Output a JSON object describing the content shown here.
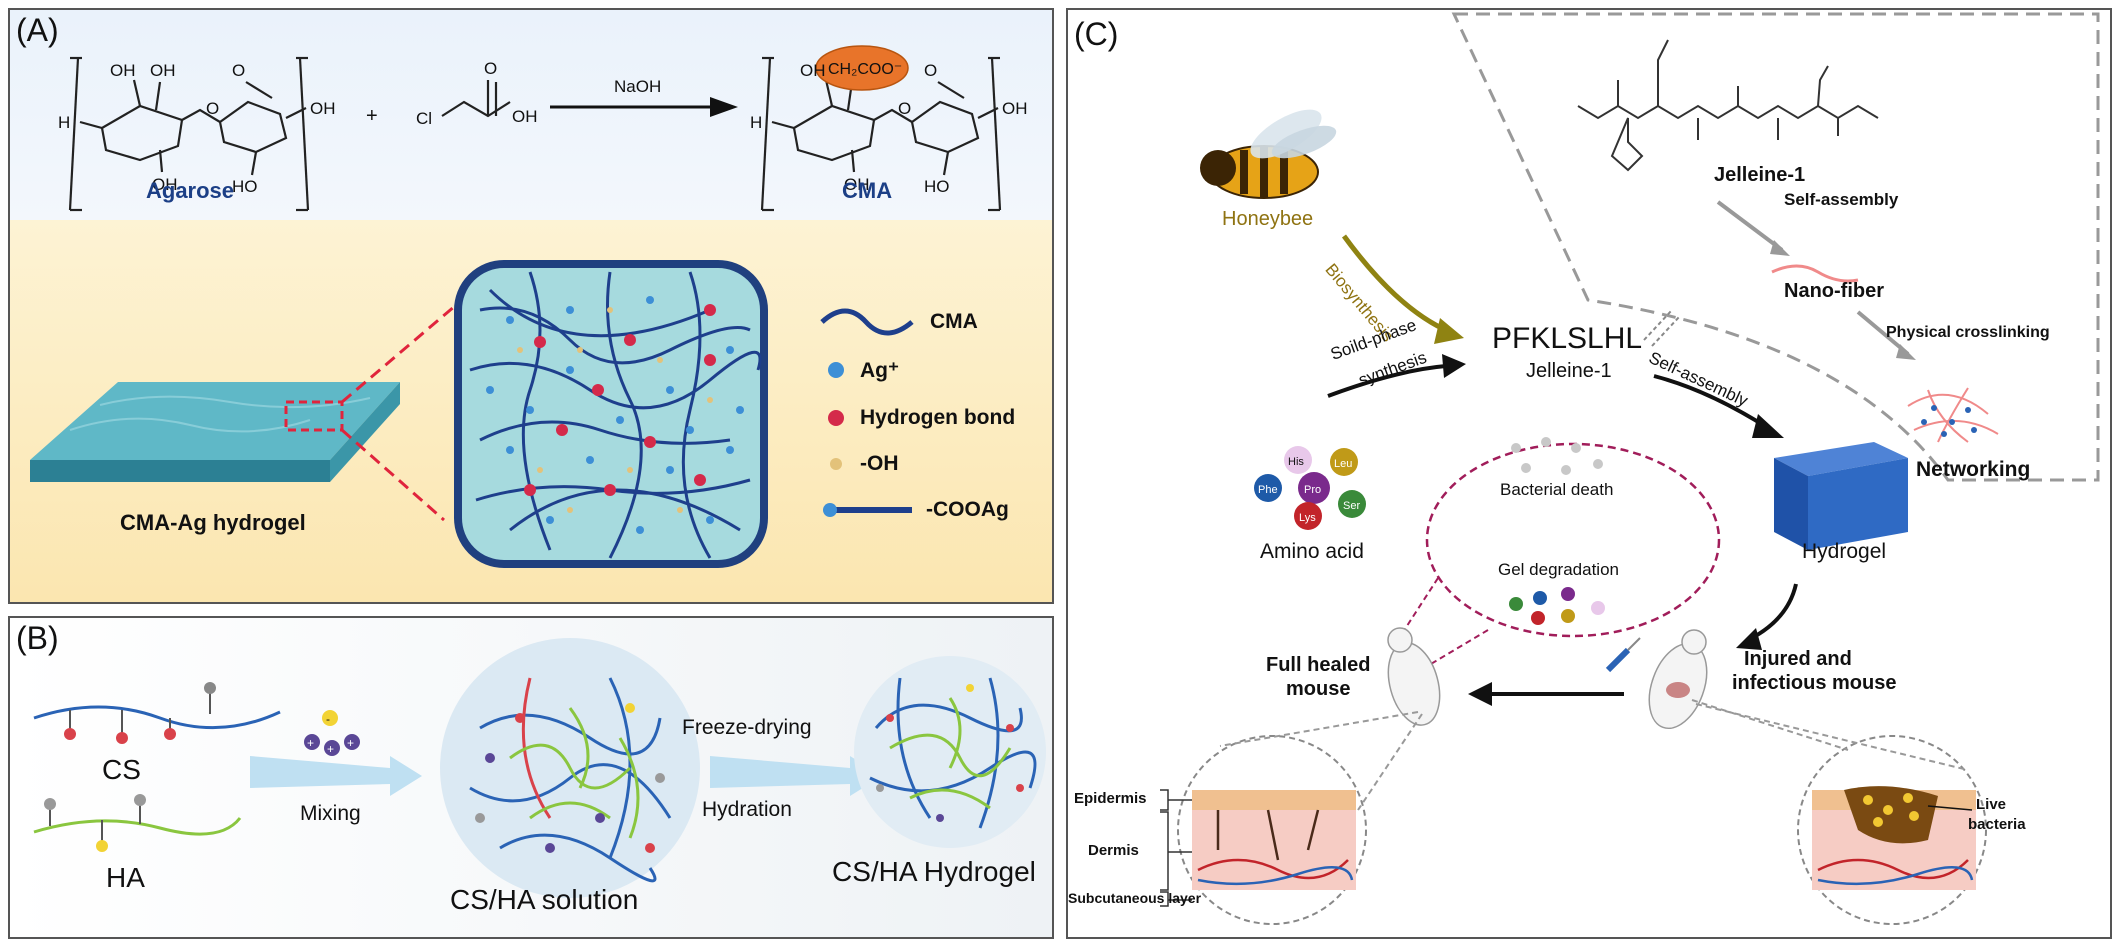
{
  "panel_a": {
    "label": "(A)",
    "reagent": "NaOH",
    "plus": "+",
    "agarose": "Agarose",
    "cma": "CMA",
    "carboxyl_group": "CH₂COO⁻",
    "hydrogel_label": "CMA-Ag hydrogel",
    "legend": [
      {
        "symbol": "wave",
        "label": "CMA",
        "color": "#1e3f8c"
      },
      {
        "symbol": "dot",
        "label": "Ag⁺",
        "color": "#3d8fd6"
      },
      {
        "symbol": "dot",
        "label": "Hydrogen bond",
        "color": "#d42a4a"
      },
      {
        "symbol": "dot",
        "label": "-OH",
        "color": "#e3c27a"
      },
      {
        "symbol": "rod",
        "label": "-COOAg",
        "color": "#1e3f8c"
      }
    ],
    "chem_labels": {
      "oh": "OH",
      "h": "H",
      "ho": "HO",
      "cl": "Cl",
      "o": "O"
    }
  },
  "panel_b": {
    "label": "(B)",
    "cs": "CS",
    "ha": "HA",
    "mixing": "Mixing",
    "solution": "CS/HA solution",
    "freeze_drying": "Freeze-drying",
    "hydration": "Hydration",
    "hydrogel": "CS/HA Hydrogel",
    "ion_signs": [
      "-",
      "+",
      "+",
      "+"
    ]
  },
  "panel_c": {
    "label": "(C)",
    "honeybee": "Honeybee",
    "biosynthesis": "Biosynthesis",
    "solid_phase_1": "Soild-phase",
    "solid_phase_2": "synthesis",
    "peptide": "PFKLSLHL",
    "peptide_name": "Jelleine-1",
    "self_assembly_main": "Self-assembly",
    "jelleine_structure_label": "Jelleine-1",
    "self_assembly_inset": "Self-assembly",
    "nano_fiber": "Nano-fiber",
    "physical_crosslinking": "Physical crosslinking",
    "networking": "Networking",
    "amino_acid": "Amino acid",
    "amino_acids": [
      "His",
      "Pro",
      "Leu",
      "Phe",
      "Lys",
      "Ser"
    ],
    "bacterial_death": "Bacterial death",
    "gel_degradation": "Gel degradation",
    "hydrogel": "Hydrogel",
    "full_healed_1": "Full healed",
    "full_healed_2": "mouse",
    "injured_1": "Injured and",
    "injured_2": "infectious mouse",
    "epidermis": "Epidermis",
    "dermis": "Dermis",
    "subcutaneous": "Subcutaneous layer",
    "live_bacteria_1": "Live",
    "live_bacteria_2": "bacteria"
  }
}
